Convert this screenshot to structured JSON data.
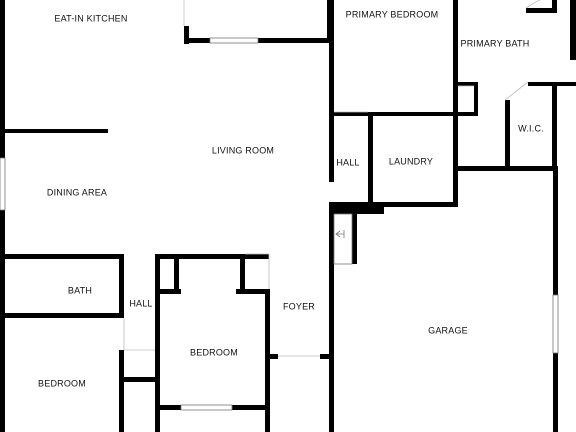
{
  "colors": {
    "wall": "#000000",
    "window": "#cfcfcf",
    "background": "#ffffff"
  },
  "rooms": {
    "eat_in_kitchen": "EAT-IN KITCHEN",
    "primary_bedroom": "PRIMARY BEDROOM",
    "primary_bath": "PRIMARY BATH",
    "wic": "W.I.C.",
    "living_room": "LIVING ROOM",
    "hall_upper": "HALL",
    "laundry": "LAUNDRY",
    "dining_area": "DINING AREA",
    "bath": "BATH",
    "hall_lower": "HALL",
    "foyer": "FOYER",
    "garage": "GARAGE",
    "bedroom_center": "BEDROOM",
    "bedroom_left": "BEDROOM"
  }
}
